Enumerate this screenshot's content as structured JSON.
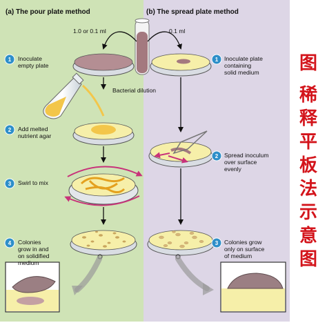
{
  "header": {
    "left_title": "(a) The pour plate method",
    "right_title": "(b) The spread plate method"
  },
  "top": {
    "left_volume": "1.0 or 0.1 ml",
    "right_volume": "0.1 ml",
    "dilution_label": "Bacterial dilution"
  },
  "left_steps": [
    {
      "num": "1",
      "lines": [
        "Inoculate",
        "empty plate"
      ]
    },
    {
      "num": "2",
      "lines": [
        "Add melted",
        "nutrient agar"
      ]
    },
    {
      "num": "3",
      "lines": [
        "Swirl to mix"
      ]
    },
    {
      "num": "4",
      "lines": [
        "Colonies",
        "grow in and",
        "on solidified",
        "medium"
      ]
    }
  ],
  "right_steps": [
    {
      "num": "1",
      "lines": [
        "Inoculate plate",
        "containing",
        "solid medium"
      ]
    },
    {
      "num": "2",
      "lines": [
        "Spread inoculum",
        "over surface",
        "evenly"
      ]
    },
    {
      "num": "3",
      "lines": [
        "Colonies grow",
        "only on surface",
        "of medium"
      ]
    }
  ],
  "side_caption": "图 稀释平板法示意图",
  "side_chars": [
    "图",
    "稀",
    "释",
    "平",
    "板",
    "法",
    "示",
    "意",
    "图"
  ],
  "colors": {
    "left_bg": "#cfe3b6",
    "right_bg": "#ddd6e6",
    "step_badge": "#2e8fc9",
    "caption_red": "#d3141b",
    "swirl_arrow": "#c8327a",
    "agar_yellow": "#f3c64a",
    "medium_cream": "#f6efa9",
    "inoculum": "#a4797f"
  }
}
